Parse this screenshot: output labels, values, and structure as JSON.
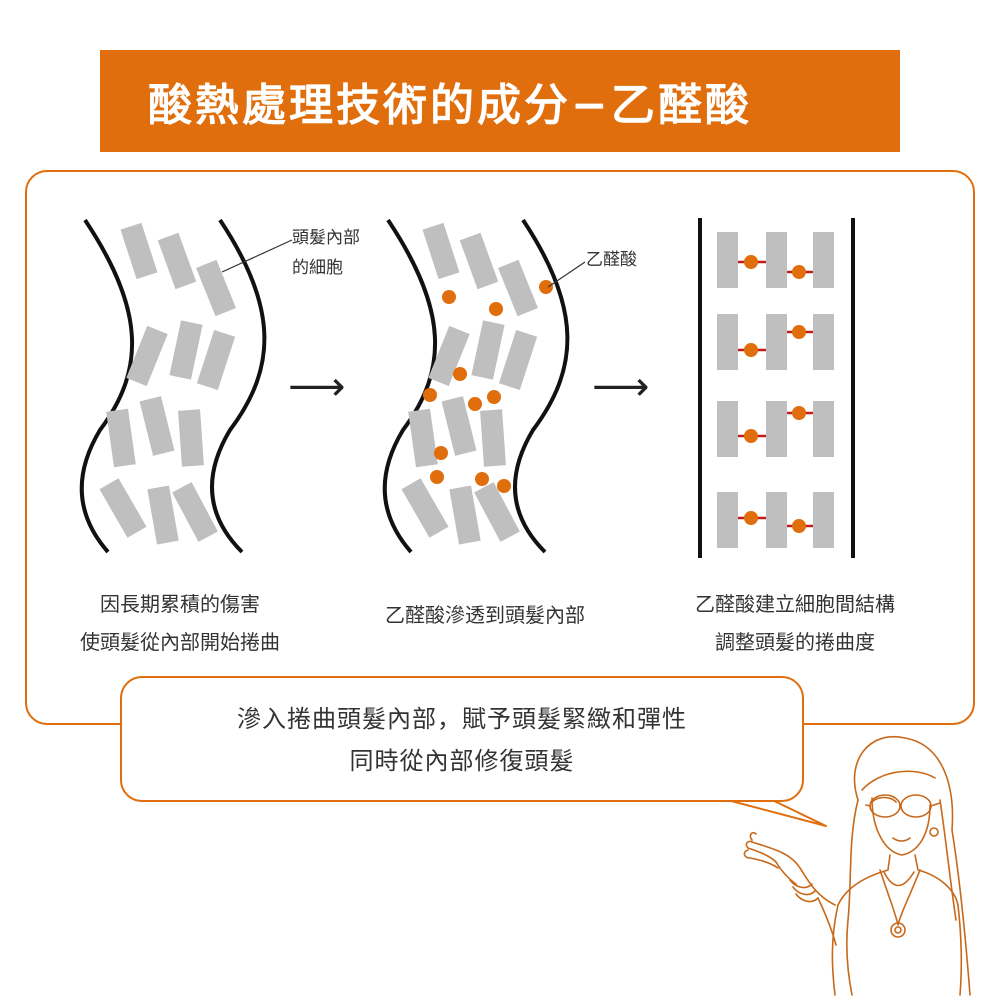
{
  "title": "酸熱處理技術的成分−乙醛酸",
  "colors": {
    "accent": "#e06e0c",
    "cell_gray": "#c0c0c0",
    "molecule": "#e06e0c",
    "bond": "#c0201c"
  },
  "diagram": {
    "label_cells_line1": "頭髮內部",
    "label_cells_line2": "的細胞",
    "label_molecule": "乙醛酸",
    "arrow_1": "⟶",
    "arrow_2": "⟶"
  },
  "captions": {
    "step1_line1": "因長期累積的傷害",
    "step1_line2": "使頭髮從內部開始捲曲",
    "step2_line1": "乙醛酸滲透到頭髮內部",
    "step3_line1": "乙醛酸建立細胞間結構",
    "step3_line2": "調整頭髮的捲曲度"
  },
  "speech_bubble": {
    "line1": "滲入捲曲頭髮內部，賦予頭髮緊緻和彈性",
    "line2": "同時從內部修復頭髮"
  },
  "illustration": "woman-with-sunglasses-gesturing"
}
